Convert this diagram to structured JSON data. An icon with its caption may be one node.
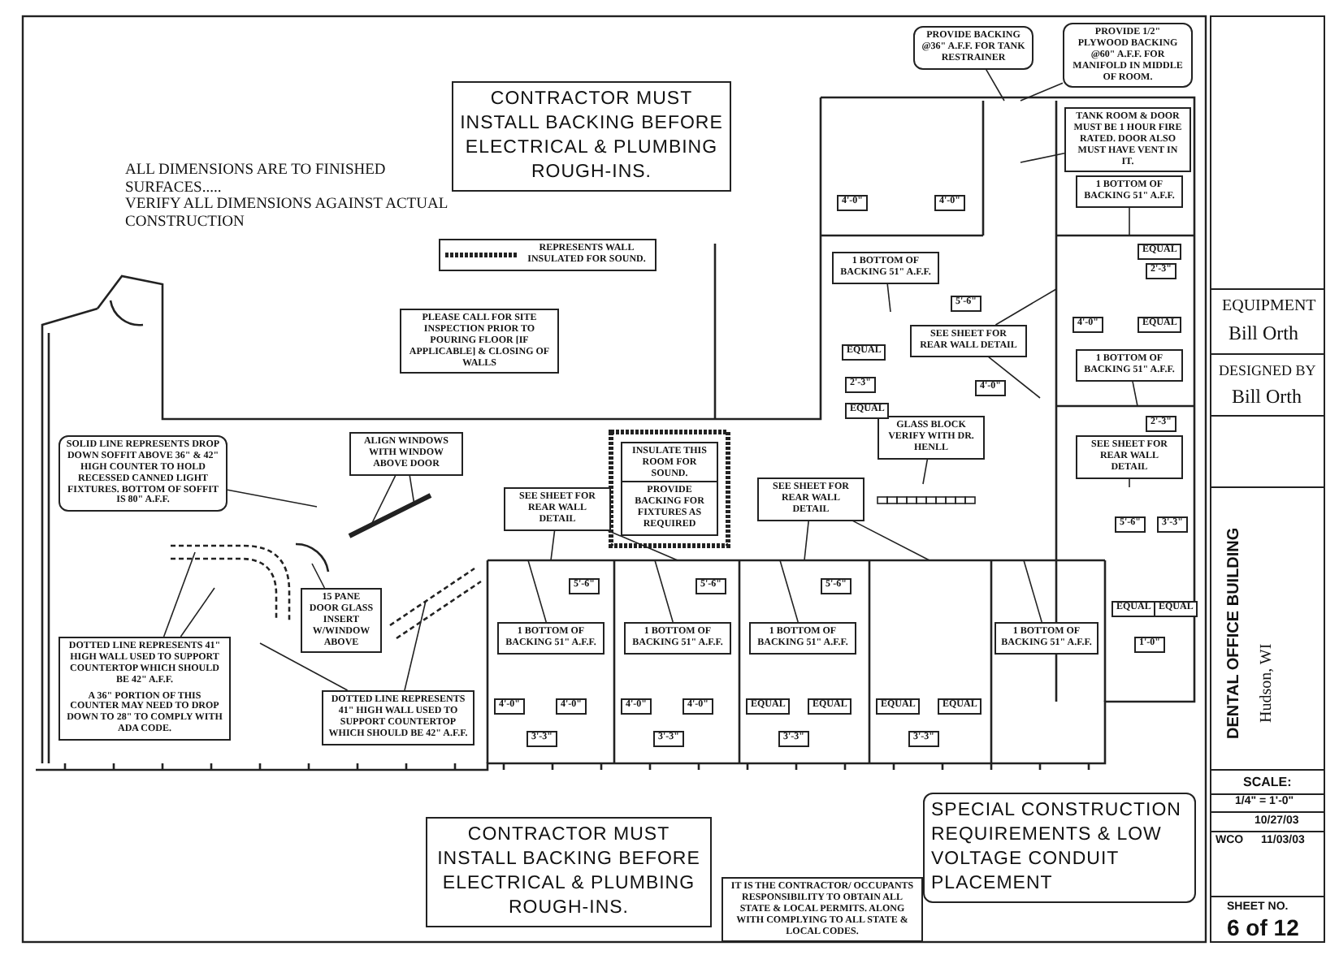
{
  "diagram": {
    "nodes": [
      {
        "text": [
          "CONTRACTOR MUST INSTALL BACKING BEFORE ELECTRICAL & PLUMBING ROUGH-INS."
        ]
      },
      {
        "text": [
          "REPRESENTS WALL INSULATED FOR SOUND."
        ]
      },
      {
        "text": [
          "PLEASE CALL FOR SITE INSPECTION PRIOR TO POURING FLOOR [IF APPLICABLE] & CLOSING OF WALLS"
        ]
      },
      {
        "text": [
          "ALIGN WINDOWS WITH WINDOW ABOVE DOOR"
        ]
      },
      {
        "text": [
          "SOLID LINE REPRESENTS DROP DOWN SOFFIT ABOVE 36\" & 42\" HIGH COUNTER TO HOLD RECESSED CANNED LIGHT FIXTURES. BOTTOM OF SOFFIT IS 80\" A.F.F."
        ]
      },
      {
        "text": [
          "15 PANE DOOR GLASS INSERT W/WINDOW ABOVE"
        ]
      },
      {
        "text": [
          "DOTTED LINE REPRESENTS 41\" HIGH WALL USED TO SUPPORT COUNTERTOP WHICH SHOULD BE 42\" A.F.F.",
          "A 36\" PORTION OF THIS COUNTER MAY NEED TO DROP DOWN TO 28\" TO COMPLY WITH ADA CODE."
        ]
      },
      {
        "text": [
          "DOTTED LINE REPRESENTS 41\" HIGH WALL USED TO SUPPORT COUNTERTOP WHICH SHOULD BE 42\" A.F.F."
        ]
      },
      {
        "text": [
          "INSULATE THIS ROOM FOR SOUND."
        ]
      },
      {
        "text": [
          "PROVIDE BACKING FOR FIXTURES AS REQUIRED"
        ]
      },
      {
        "text": [
          "GLASS BLOCK VERIFY WITH DR. HENLL"
        ]
      },
      {
        "text": [
          "PROVIDE BACKING @36\" A.F.F. FOR TANK RESTRAINER"
        ]
      },
      {
        "text": [
          "PROVIDE 1/2\" PLYWOOD BACKING @60\" A.F.F. FOR MANIFOLD IN MIDDLE OF ROOM."
        ]
      },
      {
        "text": [
          "TANK ROOM & DOOR MUST BE 1 HOUR FIRE RATED. DOOR ALSO MUST HAVE VENT IN IT."
        ]
      },
      {
        "text": [
          "SEE SHEET FOR REAR WALL DETAIL"
        ]
      },
      {
        "text": [
          "SEE SHEET FOR REAR WALL DETAIL"
        ]
      },
      {
        "text": [
          "SEE SHEET FOR REAR WALL DETAIL"
        ]
      },
      {
        "text": [
          "SEE SHEET FOR REAR WALL DETAIL"
        ]
      },
      {
        "text": [
          "1 BOTTOM OF BACKING 51\" A.F.F."
        ]
      },
      {
        "text": [
          "1 BOTTOM OF BACKING 51\" A.F.F."
        ]
      },
      {
        "text": [
          "1 BOTTOM OF BACKING 51\" A.F.F."
        ]
      },
      {
        "text": [
          "1 BOTTOM OF BACKING 51\" A.F.F."
        ]
      },
      {
        "text": [
          "1 BOTTOM OF BACKING 51\" A.F.F."
        ]
      },
      {
        "text": [
          "1 BOTTOM OF BACKING 51\" A.F.F."
        ]
      },
      {
        "text": [
          "1 BOTTOM OF BACKING 51\" A.F.F."
        ]
      },
      {
        "text": [
          "CONTRACTOR MUST INSTALL BACKING BEFORE ELECTRICAL & PLUMBING ROUGH-INS."
        ]
      },
      {
        "text": [
          "SPECIAL CONSTRUCTION REQUIREMENTS & LOW VOLTAGE CONDUIT PLACEMENT"
        ]
      },
      {
        "text": [
          "IT IS THE CONTRACTOR/ OCCUPANTS RESPONSIBILITY TO OBTAIN ALL STATE & LOCAL PERMITS. ALONG WITH COMPLYING TO ALL STATE & LOCAL CODES."
        ]
      }
    ],
    "edges": [
      {
        "from": 3,
        "to": null,
        "arrow": "none"
      },
      {
        "from": 3,
        "to": null,
        "arrow": "none"
      },
      {
        "from": 4,
        "to": null,
        "arrow": "none"
      },
      {
        "from": 5,
        "to": null,
        "arrow": "none"
      },
      {
        "from": 6,
        "to": null,
        "arrow": "none"
      },
      {
        "from": 6,
        "to": null,
        "arrow": "none"
      },
      {
        "from": 7,
        "to": null,
        "arrow": "none"
      },
      {
        "from": 7,
        "to": null,
        "arrow": "none"
      },
      {
        "from": 10,
        "to": null,
        "arrow": "none"
      },
      {
        "from": 11,
        "to": null,
        "arrow": "none"
      },
      {
        "from": 12,
        "to": null,
        "arrow": "none"
      },
      {
        "from": 13,
        "to": null,
        "arrow": "none"
      },
      {
        "from": 14,
        "to": null,
        "arrow": "none"
      },
      {
        "from": 14,
        "to": null,
        "arrow": "none"
      },
      {
        "from": 15,
        "to": null,
        "arrow": "none"
      },
      {
        "from": 15,
        "to": null,
        "arrow": "none"
      },
      {
        "from": 16,
        "to": null,
        "arrow": "none"
      },
      {
        "from": 16,
        "to": null,
        "arrow": "none"
      },
      {
        "from": 17,
        "to": null,
        "arrow": "none"
      },
      {
        "from": 18,
        "to": null,
        "arrow": "none"
      },
      {
        "from": 19,
        "to": null,
        "arrow": "none"
      },
      {
        "from": 20,
        "to": null,
        "arrow": "none"
      },
      {
        "from": 21,
        "to": null,
        "arrow": "none"
      },
      {
        "from": 22,
        "to": null,
        "arrow": "none"
      },
      {
        "from": 23,
        "to": null,
        "arrow": "none"
      },
      {
        "from": 24,
        "to": null,
        "arrow": "none"
      }
    ],
    "labels": [
      "ALL DIMENSIONS ARE TO FINISHED SURFACES.....",
      "VERIFY ALL DIMENSIONS AGAINST ACTUAL CONSTRUCTION",
      "4'-0\"",
      "4'-0\"",
      "EQUAL",
      "5'-6\"",
      "EQUAL",
      "2'-3\"",
      "4'-0\"",
      "4'-0\"",
      "EQUAL",
      "2'-3\"",
      "2'-3\"",
      "EQUAL",
      "5'-6\"",
      "3'-3\"",
      "EQUAL",
      "EQUAL",
      "1'-0\"",
      "5'-6\"",
      "4'-0\"",
      "4'-0\"",
      "3'-3\"",
      "5'-6\"",
      "4'-0\"",
      "4'-0\"",
      "3'-3\"",
      "5'-6\"",
      "EQUAL",
      "EQUAL",
      "3'-3\"",
      "EQUAL",
      "EQUAL",
      "3'-3\"",
      "EQUIPMENT",
      "Bill Orth",
      "DESIGNED BY",
      "Bill Orth",
      "DENTAL OFFICE BUILDING",
      "Hudson, WI",
      "SCALE:",
      "1/4\" = 1'-0\"",
      "10/27/03",
      "WCO",
      "11/03/03",
      "SHEET NO.",
      "6 of 12"
    ]
  }
}
